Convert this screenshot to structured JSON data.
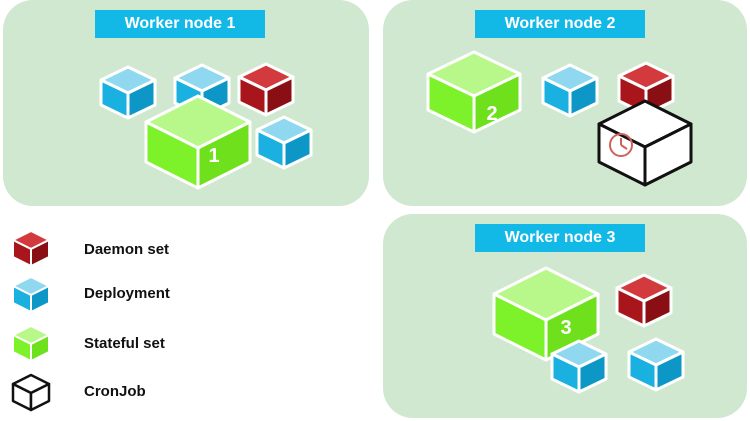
{
  "nodes": [
    {
      "title": "Worker node 1"
    },
    {
      "title": "Worker node 2"
    },
    {
      "title": "Worker node 3"
    }
  ],
  "cube_labels": {
    "sts1": "1",
    "sts2": "2",
    "sts3": "3"
  },
  "legend": [
    {
      "label": "Daemon set",
      "icon": "daemon-set-cube-icon"
    },
    {
      "label": "Deployment",
      "icon": "deployment-cube-icon"
    },
    {
      "label": "Stateful set",
      "icon": "stateful-set-cube-icon"
    },
    {
      "label": "CronJob",
      "icon": "cronjob-cube-icon"
    }
  ],
  "colors": {
    "panel_background": "#cfe8cf",
    "title_background": "#12b8e6",
    "daemon_set": "#a8161b",
    "deployment": "#1ab0e0",
    "stateful_set": "#7df22a",
    "cronjob": "#ffffff",
    "clock": "#d0605a"
  }
}
